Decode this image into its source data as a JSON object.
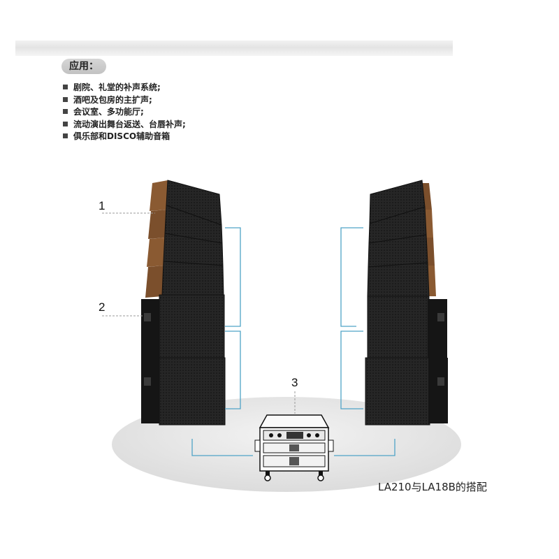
{
  "section": {
    "label": "应用："
  },
  "applications": [
    "剧院、礼堂的补声系统;",
    "酒吧及包房的主扩声;",
    "会议室、多功能厅;",
    "流动演出舞台返送、台唇补声;",
    "俱乐部和DISCO辅助音箱"
  ],
  "callouts": {
    "one": "1",
    "two": "2",
    "three": "3"
  },
  "caption": "LA210与LA18B的搭配",
  "colors": {
    "connector": "#4fa3c7",
    "cabinet": "#1e1e1e",
    "floor": "#e6e6e6",
    "bullet": "#444444"
  },
  "icons": {
    "bullet": "square-bullet-icon"
  }
}
